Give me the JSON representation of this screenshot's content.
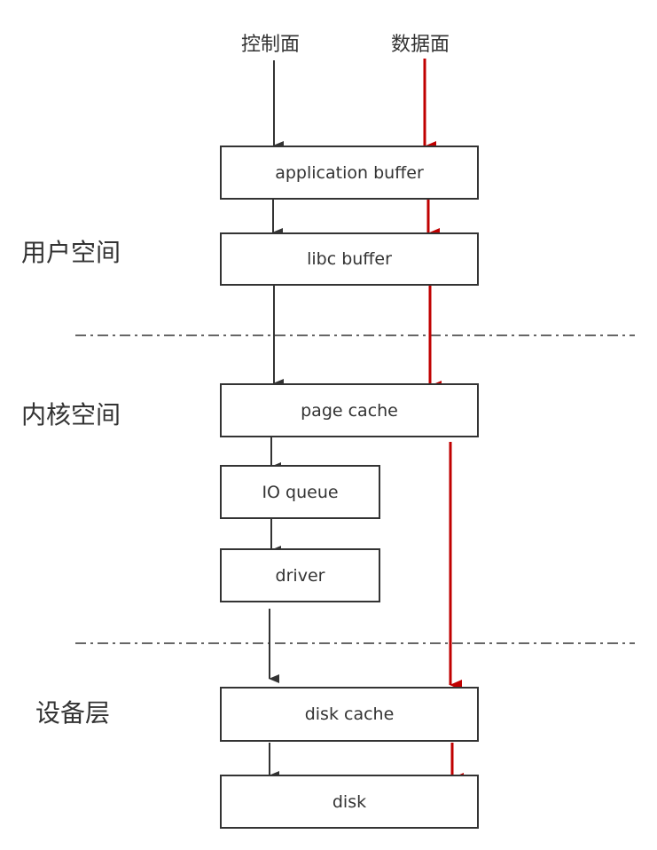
{
  "headings": {
    "control_plane": "控制面",
    "data_plane": "数据面"
  },
  "layers": {
    "user_space": "用户空间",
    "kernel_space": "内核空间",
    "device_layer": "设备层"
  },
  "boxes": {
    "application_buffer": "application buffer",
    "libc_buffer": "libc buffer",
    "page_cache": "page cache",
    "io_queue": "IO queue",
    "driver": "driver",
    "disk_cache": "disk cache",
    "disk": "disk"
  },
  "colors": {
    "control_flow": "#333333",
    "data_flow": "#c00000",
    "box_border": "#333333",
    "divider": "#333333"
  }
}
